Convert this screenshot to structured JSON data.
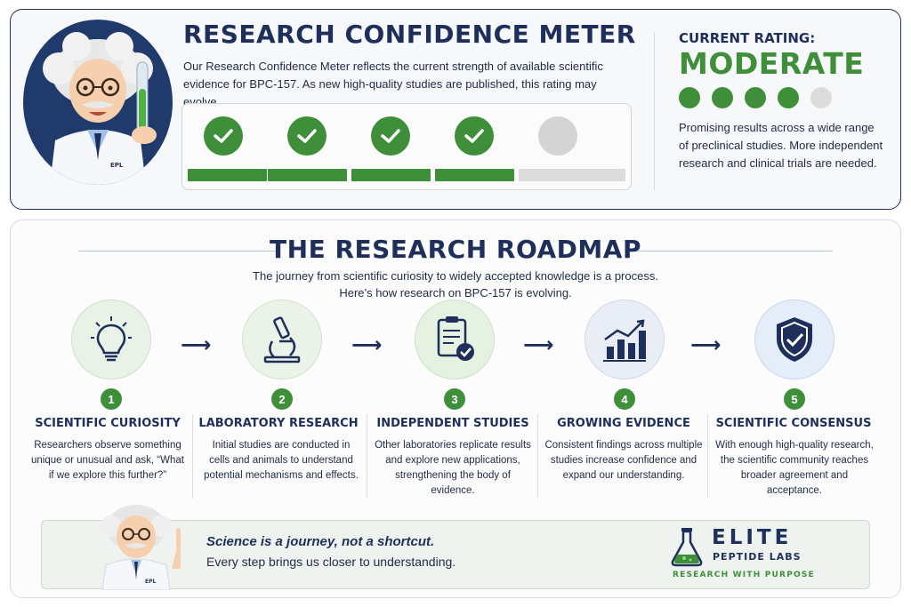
{
  "meter": {
    "title": "RESEARCH CONFIDENCE METER",
    "description": "Our Research Confidence Meter reflects the current strength of available scientific evidence for BPC-157. As new high-quality studies are published, this rating may evolve.",
    "level": 4,
    "max_level": 5
  },
  "rating": {
    "label": "CURRENT RATING:",
    "value": "MODERATE",
    "dots_filled": 4,
    "dots_total": 5,
    "note": "Promising results across a wide range of preclinical studies. More independent research and clinical trials are needed."
  },
  "roadmap": {
    "title": "THE RESEARCH ROADMAP",
    "subtitle_line1": "The journey from scientific curiosity to widely accepted knowledge is a process.",
    "subtitle_line2": "Here’s how research on BPC-157 is evolving.",
    "steps": [
      {
        "number": "1",
        "title": "SCIENTIFIC CURIOSITY",
        "description": "Researchers observe something unique or unusual and ask, “What if we explore this further?”",
        "icon": "lightbulb-icon"
      },
      {
        "number": "2",
        "title": "LABORATORY RESEARCH",
        "description": "Initial studies are conducted in cells and animals to understand potential mechanisms and effects.",
        "icon": "microscope-icon"
      },
      {
        "number": "3",
        "title": "INDEPENDENT STUDIES",
        "description": "Other laboratories replicate results and explore new applications, strengthening the body of evidence.",
        "icon": "clipboard-check-icon"
      },
      {
        "number": "4",
        "title": "GROWING EVIDENCE",
        "description": "Consistent findings across multiple studies increase confidence and expand our understanding.",
        "icon": "growth-chart-icon"
      },
      {
        "number": "5",
        "title": "SCIENTIFIC CONSENSUS",
        "description": "With enough high-quality research, the scientific community reaches broader agreement and acceptance.",
        "icon": "shield-check-icon"
      }
    ]
  },
  "banner": {
    "headline": "Science is a journey, not a shortcut.",
    "text": "Every step brings us closer to understanding.",
    "brand_name": "ELITE",
    "brand_sub": "PEPTIDE LABS",
    "brand_tag": "RESEARCH WITH PURPOSE",
    "coat_logo": "EPL"
  },
  "colors": {
    "navy": "#1f2f5c",
    "green": "#3f8f3a",
    "inactive": "#dcdcdc"
  }
}
